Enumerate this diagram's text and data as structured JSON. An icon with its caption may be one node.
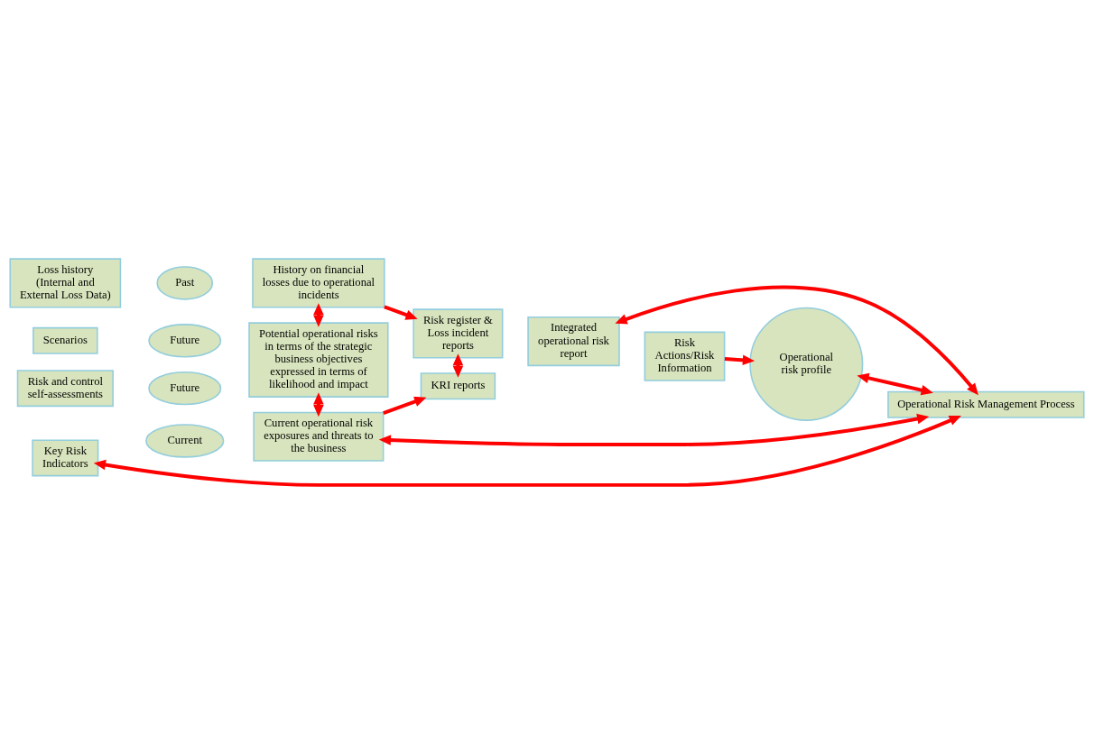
{
  "diagram": {
    "nodes": [
      {
        "text": [
          "Loss history (Internal and External Loss Data)"
        ]
      },
      {
        "text": [
          "Past"
        ]
      },
      {
        "text": [
          "History on financial losses due to operational incidents"
        ]
      },
      {
        "text": [
          "Risk and control self-assessments"
        ]
      },
      {
        "text": [
          "Future"
        ]
      },
      {
        "text": [
          "Scenarios"
        ]
      },
      {
        "text": [
          "Future"
        ]
      },
      {
        "text": [
          "Potential operational risks in terms of the strategic business objectives expressed in terms of likelihood and impact"
        ]
      },
      {
        "text": [
          "Key Risk Indicators"
        ]
      },
      {
        "text": [
          "Current"
        ]
      },
      {
        "text": [
          "Current operational risk exposures and threats to the business"
        ]
      },
      {
        "text": [
          "Risk register & Loss incident reports"
        ]
      },
      {
        "text": [
          "KRI reports"
        ]
      },
      {
        "text": [
          "Integrated operational risk report"
        ]
      },
      {
        "text": [
          "Risk Actions/Risk Information"
        ]
      },
      {
        "text": [
          "Operational risk profile"
        ]
      },
      {
        "text": [
          "Operational Risk Management Process"
        ]
      }
    ],
    "edges": [
      {
        "from": 2,
        "to": 7,
        "arrow": "both"
      },
      {
        "from": 2,
        "to": 11,
        "arrow": "to"
      },
      {
        "from": 7,
        "to": 10,
        "arrow": "both"
      },
      {
        "from": 10,
        "to": 12,
        "arrow": "to"
      },
      {
        "from": 11,
        "to": 12,
        "arrow": "both"
      },
      {
        "from": 14,
        "to": 15,
        "arrow": "to"
      },
      {
        "from": 8,
        "to": 16,
        "arrow": "both"
      },
      {
        "from": 10,
        "to": 16,
        "arrow": "both"
      },
      {
        "from": 13,
        "to": 16,
        "arrow": "both"
      },
      {
        "from": 15,
        "to": 16,
        "arrow": "both"
      }
    ]
  }
}
